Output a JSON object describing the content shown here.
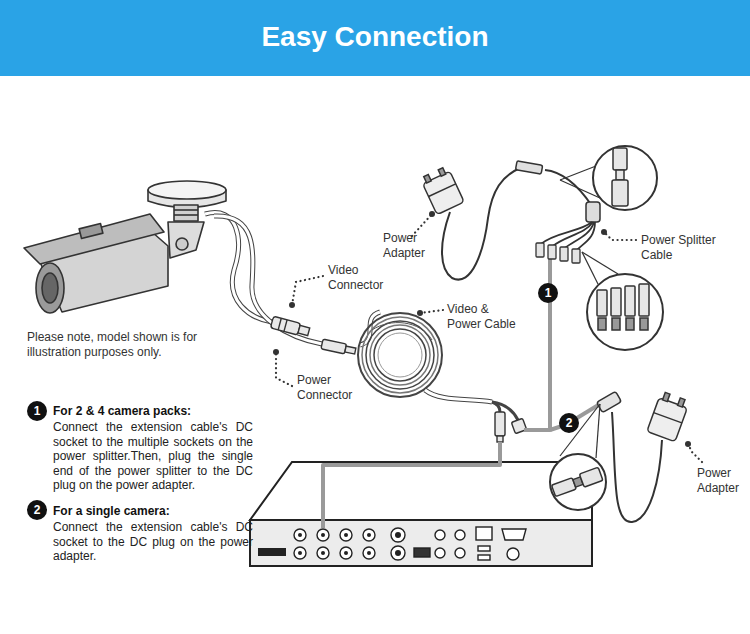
{
  "diagram": {
    "title": "Easy Connection",
    "labels": [
      "Power Adapter",
      "Power Splitter Cable",
      "Video Connector",
      "1",
      "Video & Power Cable",
      "Please note, model shown is for illustration purposes only.",
      "Power Connector",
      "1",
      "For 2 & 4 camera packs:",
      "Connect the extension cable's DC socket to the multiple sockets on the power splitter.Then, plug the single end of the power splitter to the DC plug on the power adapter.",
      "2",
      "Power Adapter",
      "2",
      "For a single camera:",
      "Connect the extension cable's DC socket to the DC plug on the power adapter."
    ]
  }
}
